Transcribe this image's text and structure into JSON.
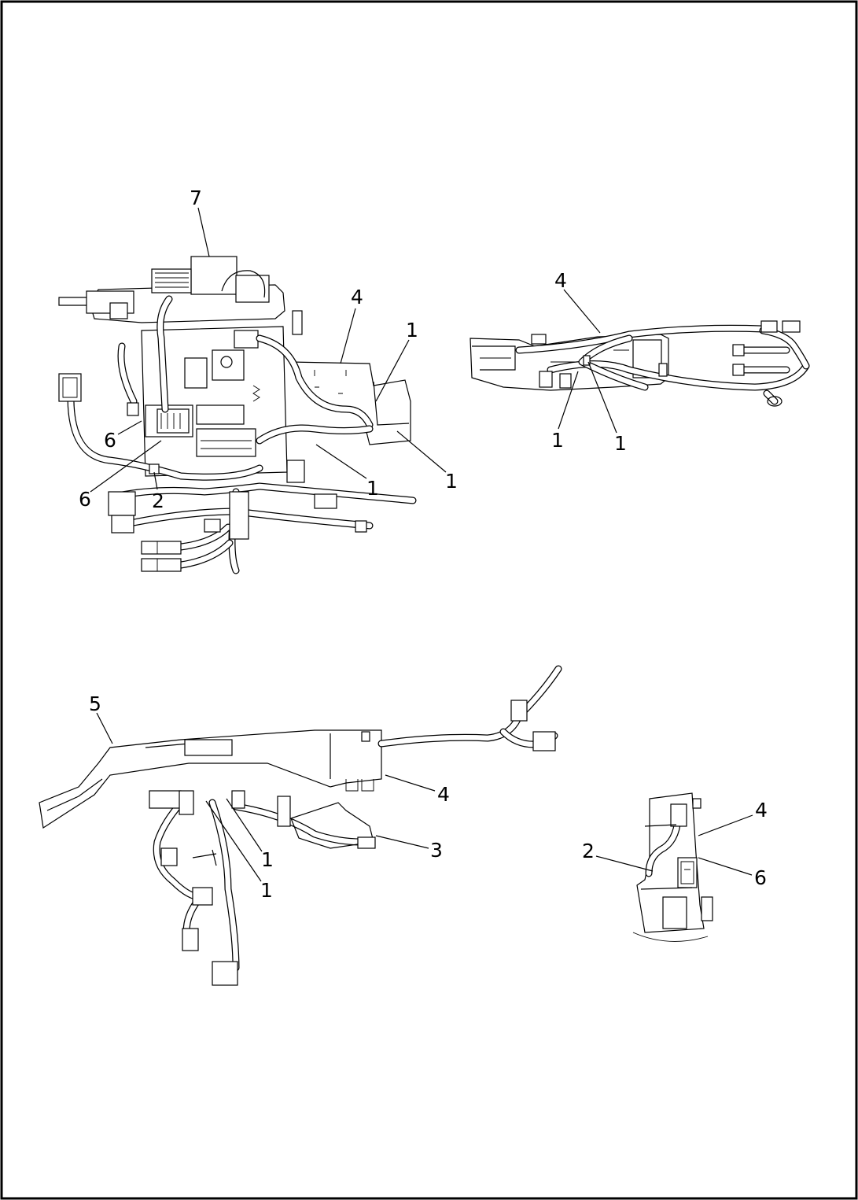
{
  "callouts": {
    "fig1": [
      "7",
      "4",
      "1",
      "6",
      "6",
      "2",
      "1",
      "1"
    ],
    "fig2": [
      "4",
      "1",
      "1"
    ],
    "fig3": [
      "5",
      "4",
      "3",
      "1",
      "1"
    ],
    "fig4": [
      "4",
      "2",
      "6"
    ]
  }
}
